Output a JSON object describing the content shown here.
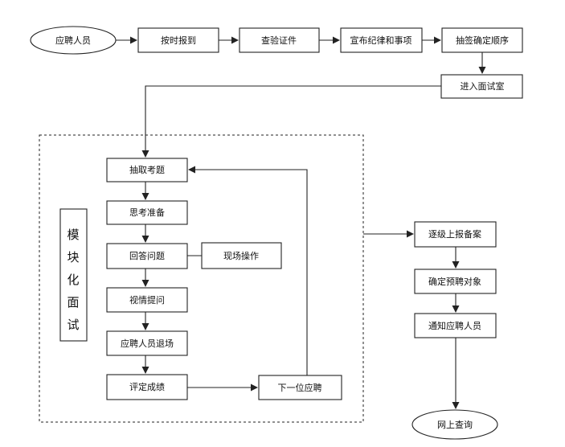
{
  "flow": {
    "start": "应聘人员",
    "checkin": "按时报到",
    "verify": "查验证件",
    "announce": "宣布纪律和事项",
    "draw_order": "抽签确定顺序",
    "enter_room": "进入面试室"
  },
  "module": {
    "title_chars": [
      "模",
      "块",
      "化",
      "面",
      "试"
    ],
    "draw_question": "抽取考题",
    "think": "思考准备",
    "answer": "回答问题",
    "onsite": "现场操作",
    "situational": "视情提问",
    "exit": "应聘人员退场",
    "score": "评定成绩",
    "next": "下一位应聘"
  },
  "after": {
    "report": "逐级上报备案",
    "confirm": "确定预聘对象",
    "notify": "通知应聘人员",
    "online": "网上查询"
  }
}
